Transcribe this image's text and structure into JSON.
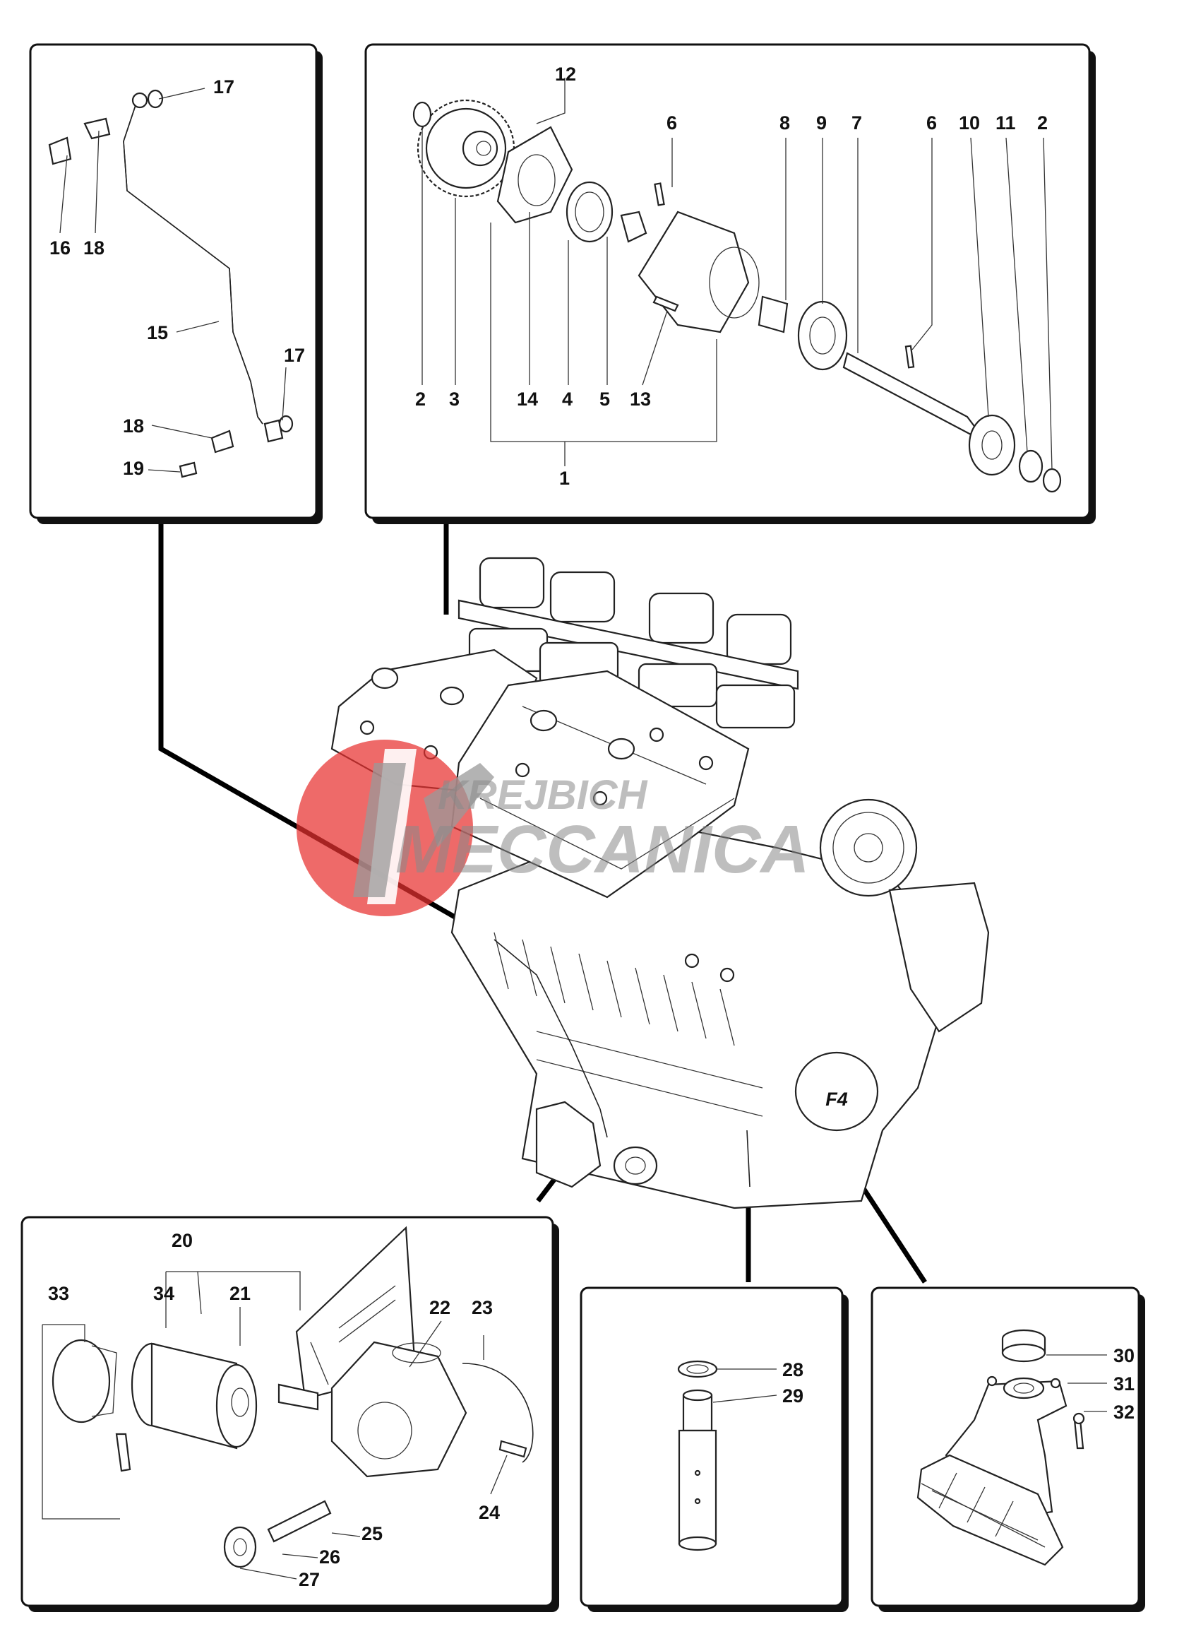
{
  "watermark": {
    "line1": "KREJBICH",
    "line2": "MECCANICA",
    "accent_color": "#e8312f"
  },
  "engine": {
    "cover_badge": "F4"
  },
  "panels": {
    "oil_pipe": {
      "labels": {
        "p15": "15",
        "p16": "16",
        "p17a": "17",
        "p17b": "17",
        "p18a": "18",
        "p18b": "18",
        "p19": "19"
      }
    },
    "oil_pump": {
      "labels": {
        "p1": "1",
        "p2a": "2",
        "p2b": "2",
        "p3": "3",
        "p4": "4",
        "p5": "5",
        "p6a": "6",
        "p6b": "6",
        "p7": "7",
        "p8": "8",
        "p9": "9",
        "p10": "10",
        "p11": "11",
        "p12": "12",
        "p13": "13",
        "p14": "14"
      }
    },
    "oil_filter": {
      "labels": {
        "p20": "20",
        "p21": "21",
        "p22": "22",
        "p23": "23",
        "p24": "24",
        "p25": "25",
        "p26": "26",
        "p27": "27",
        "p33": "33",
        "p34": "34"
      }
    },
    "drain_plug": {
      "labels": {
        "p28": "28",
        "p29": "29"
      }
    },
    "oil_sump": {
      "labels": {
        "p30": "30",
        "p31": "31",
        "p32": "32"
      }
    }
  }
}
